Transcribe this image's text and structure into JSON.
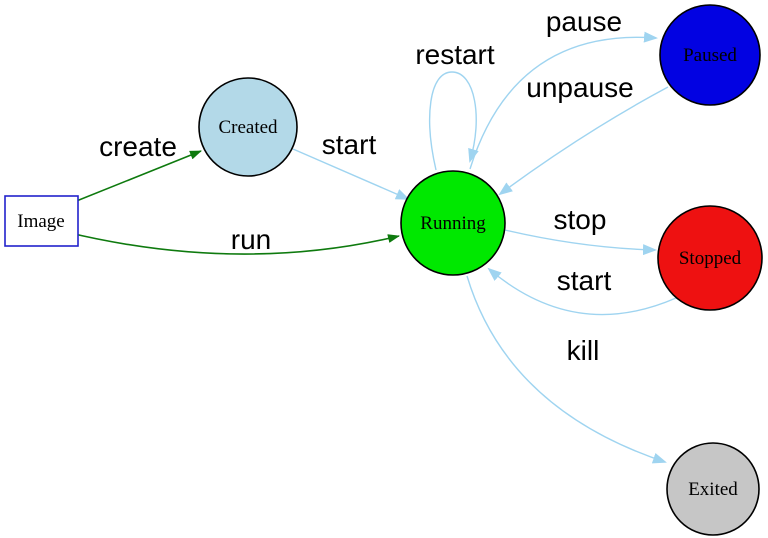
{
  "diagram": {
    "type": "state-diagram",
    "subject": "container-lifecycle"
  },
  "colors": {
    "background": "#ffffff",
    "edge_blue": "#9fd4f0",
    "edge_green": "#0e7a0e",
    "image_border": "#2222cc",
    "text": "#000000"
  },
  "nodes": {
    "image": {
      "label": "Image",
      "shape": "rectangle",
      "fill": "#ffffff"
    },
    "created": {
      "label": "Created",
      "shape": "circle",
      "fill": "#b3d9e8"
    },
    "running": {
      "label": "Running",
      "shape": "circle",
      "fill": "#00e800"
    },
    "paused": {
      "label": "Paused",
      "shape": "circle",
      "fill": "#0202e2"
    },
    "stopped": {
      "label": "Stopped",
      "shape": "circle",
      "fill": "#ee1111"
    },
    "exited": {
      "label": "Exited",
      "shape": "circle",
      "fill": "#c6c6c6"
    }
  },
  "edges": {
    "create": {
      "label": "create",
      "from": "image",
      "to": "created"
    },
    "run": {
      "label": "run",
      "from": "image",
      "to": "running"
    },
    "start_created_running": {
      "label": "start",
      "from": "created",
      "to": "running"
    },
    "restart": {
      "label": "restart",
      "from": "running",
      "to": "running"
    },
    "pause": {
      "label": "pause",
      "from": "running",
      "to": "paused"
    },
    "unpause": {
      "label": "unpause",
      "from": "paused",
      "to": "running"
    },
    "stop": {
      "label": "stop",
      "from": "running",
      "to": "stopped"
    },
    "start_stopped_running": {
      "label": "start",
      "from": "stopped",
      "to": "running"
    },
    "kill": {
      "label": "kill",
      "from": "running",
      "to": "exited"
    }
  }
}
